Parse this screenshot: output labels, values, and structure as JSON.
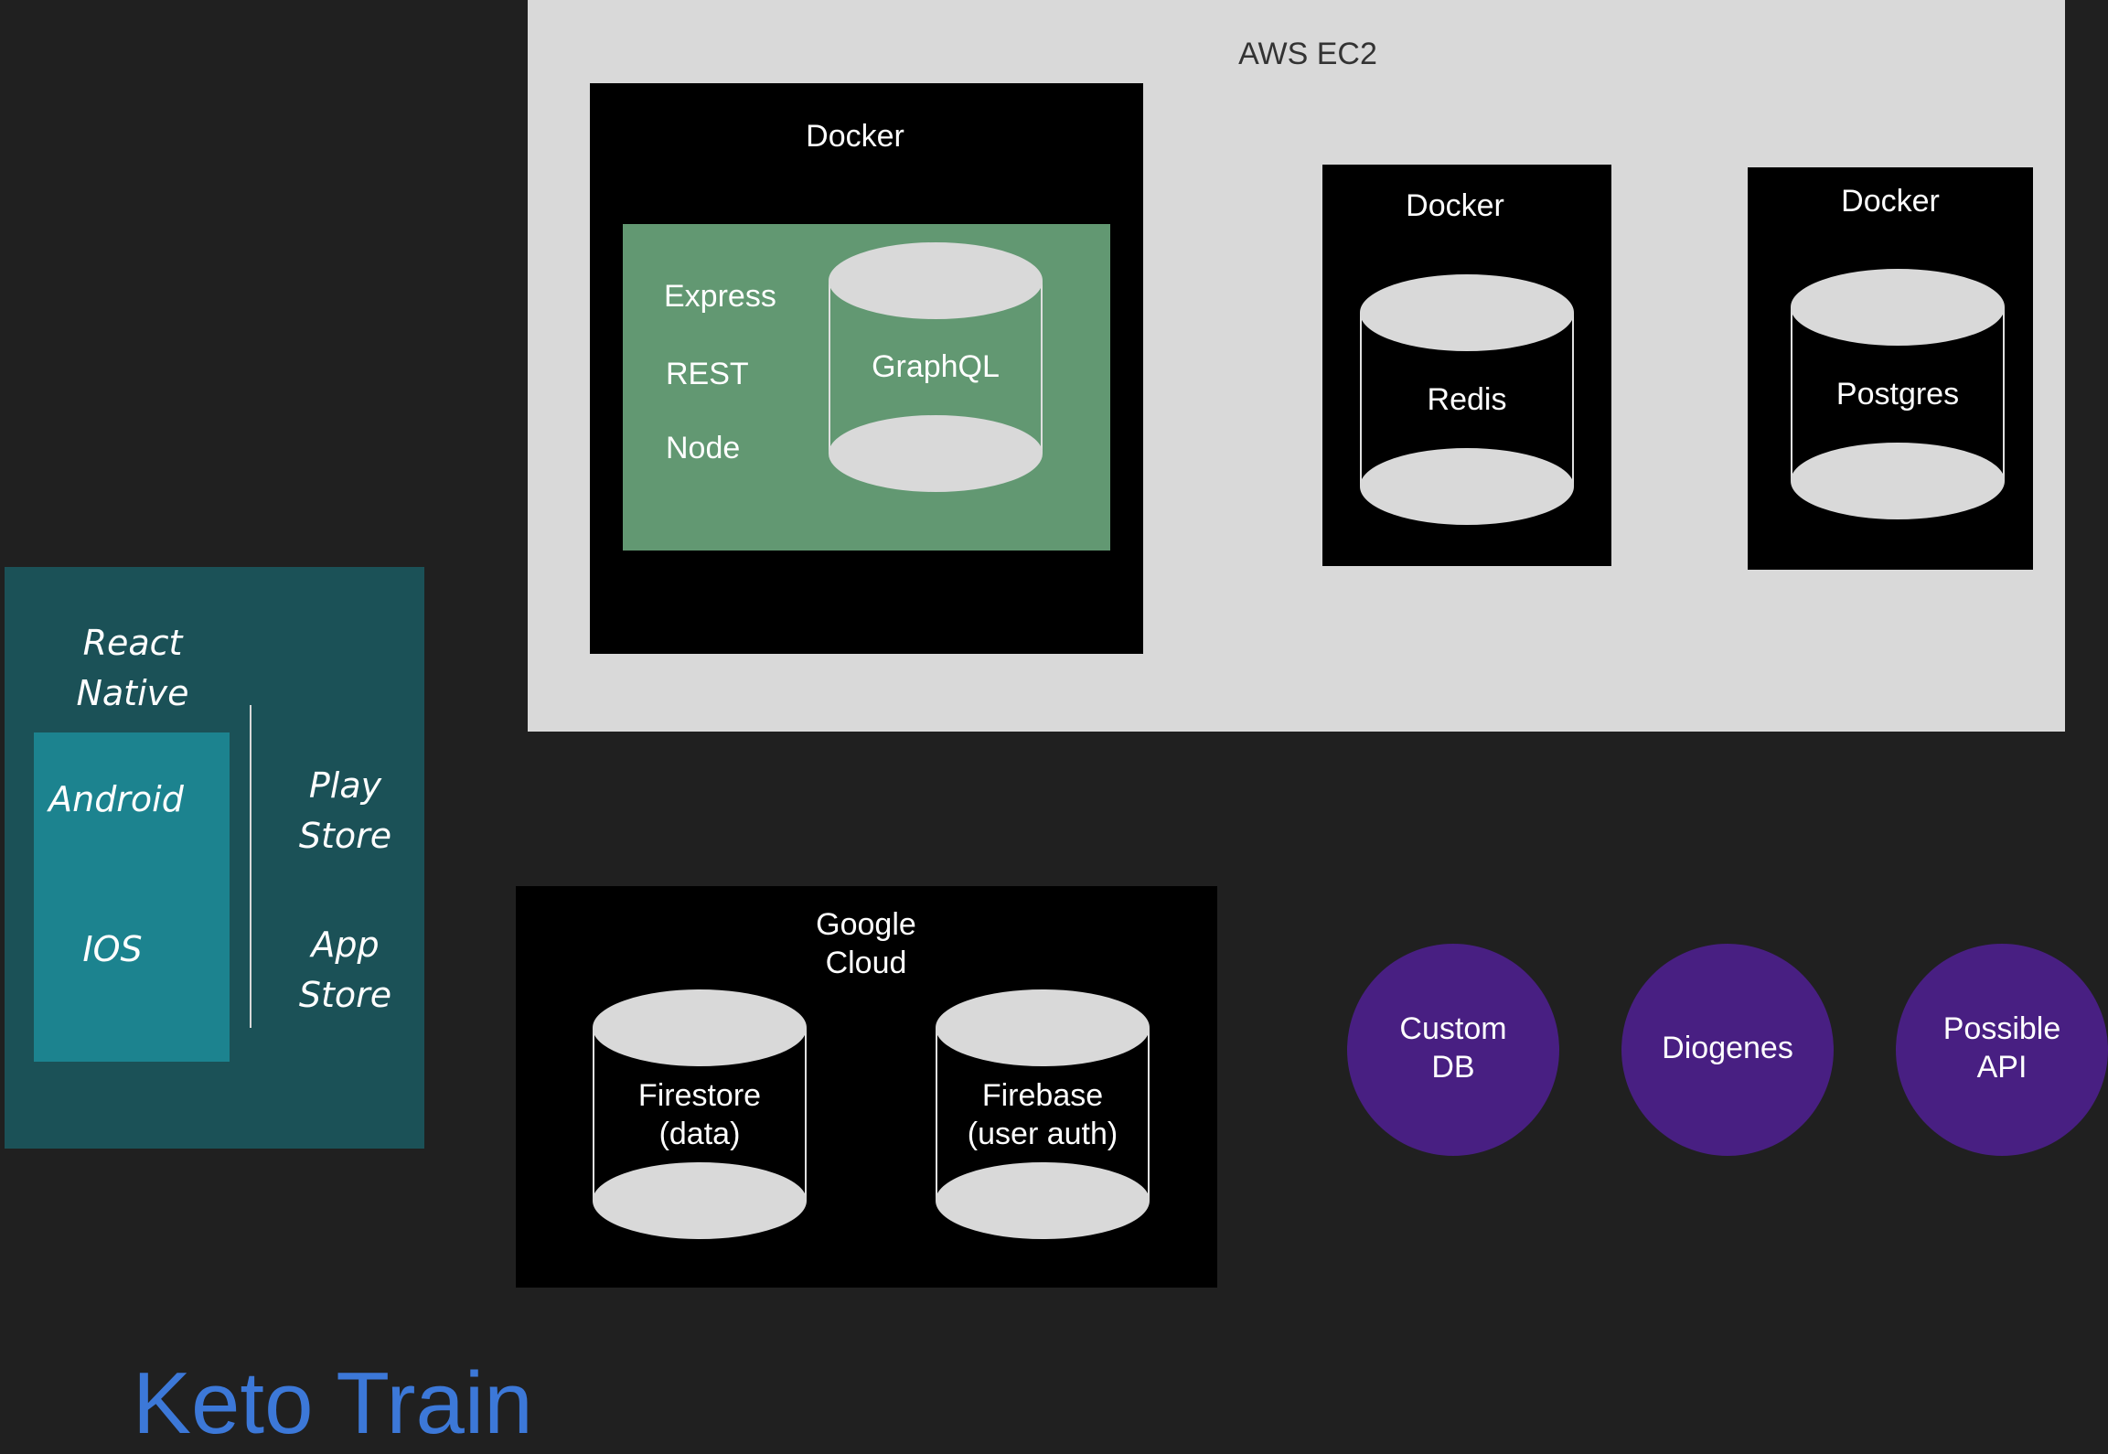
{
  "aws": {
    "title": "AWS EC2",
    "main_docker": {
      "title": "Docker",
      "server_labels": [
        "Express",
        "REST",
        "Node"
      ],
      "db": "GraphQL"
    },
    "redis_docker": {
      "title": "Docker",
      "db": "Redis"
    },
    "postgres_docker": {
      "title": "Docker",
      "db": "Postgres"
    }
  },
  "mobile": {
    "framework": "React\nNative",
    "platforms": [
      "Android",
      "IOS"
    ],
    "stores": [
      "Play\nStore",
      "App\nStore"
    ]
  },
  "google_cloud": {
    "title": "Google\nCloud",
    "dbs": [
      "Firestore\n(data)",
      "Firebase\n(user auth)"
    ]
  },
  "external": [
    "Custom\nDB",
    "Diogenes",
    "Possible\nAPI"
  ],
  "app_title": "Keto Train",
  "colors": {
    "background": "#202020",
    "aws": "#d9d9d9",
    "server": "#629872",
    "mobile": "#1b5157",
    "platform": "#1c838f",
    "external": "#481f82",
    "title": "#3c78d8"
  }
}
